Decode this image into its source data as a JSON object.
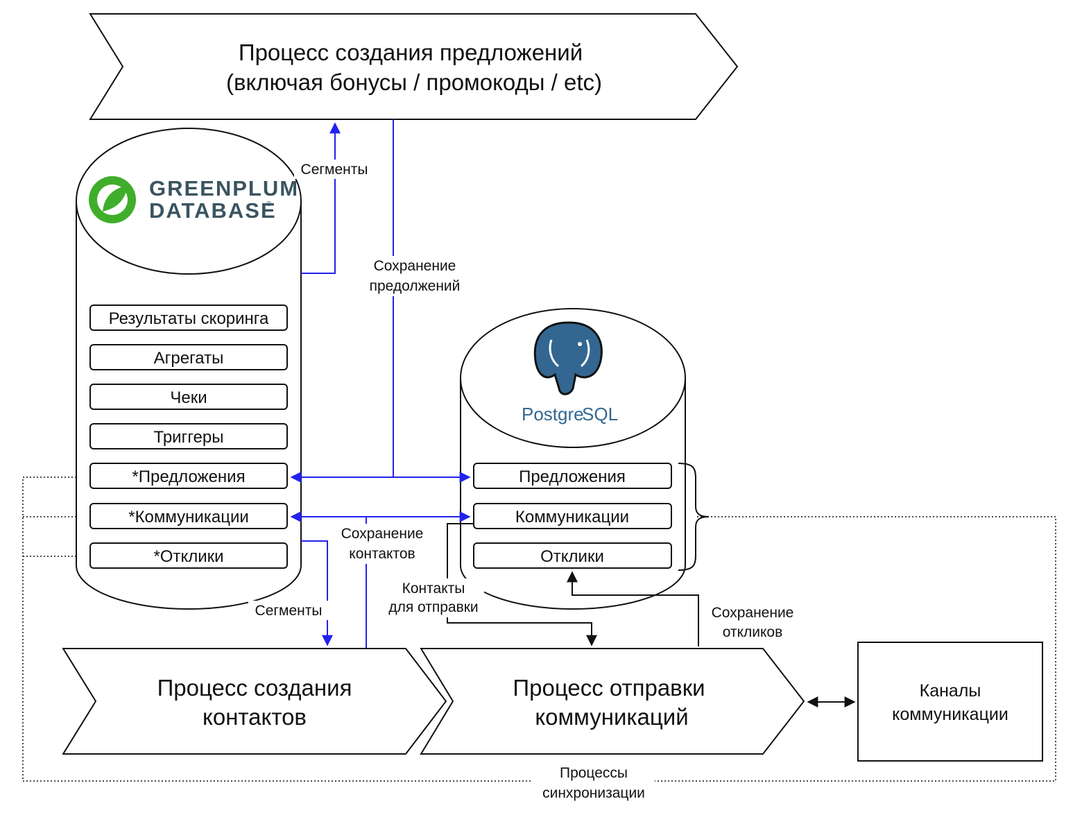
{
  "top_process": {
    "line1": "Процесс создания предложений",
    "line2": "(включая бонусы / промокоды / etc)"
  },
  "greenplum": {
    "logo_line1": "GREENPLUM",
    "logo_line2": "DATABASE",
    "logo_mark": "®",
    "rows": [
      "Результаты скоринга",
      "Агрегаты",
      "Чеки",
      "Триггеры",
      "*Предложения",
      "*Коммуникации",
      "*Отклики"
    ]
  },
  "postgres": {
    "logo_text_left": "Postgre",
    "logo_text_right": "SQL",
    "rows": [
      "Предложения",
      "Коммуникации",
      "Отклики"
    ]
  },
  "contacts_process": {
    "line1": "Процесс создания",
    "line2": "контактов"
  },
  "send_process": {
    "line1": "Процесс отправки",
    "line2": "коммуникаций"
  },
  "channels": {
    "line1": "Каналы",
    "line2": "коммуникации"
  },
  "labels": {
    "segments_top": "Сегменты",
    "save_offers_1": "Сохранение",
    "save_offers_2": "предолжений",
    "save_contacts_1": "Сохранение",
    "save_contacts_2": "контактов",
    "segments_bottom": "Сегменты",
    "contacts_send_1": "Контакты",
    "contacts_send_2": "для отправки",
    "save_responses_1": "Сохранение",
    "save_responses_2": "откликов",
    "sync_1": "Процессы",
    "sync_2": "синхронизации"
  },
  "colors": {
    "blue_arrow": "#2222ee",
    "greenplum_green": "#3fae2a",
    "greenplum_text": "#3a5460",
    "postgres_blue": "#336791"
  }
}
